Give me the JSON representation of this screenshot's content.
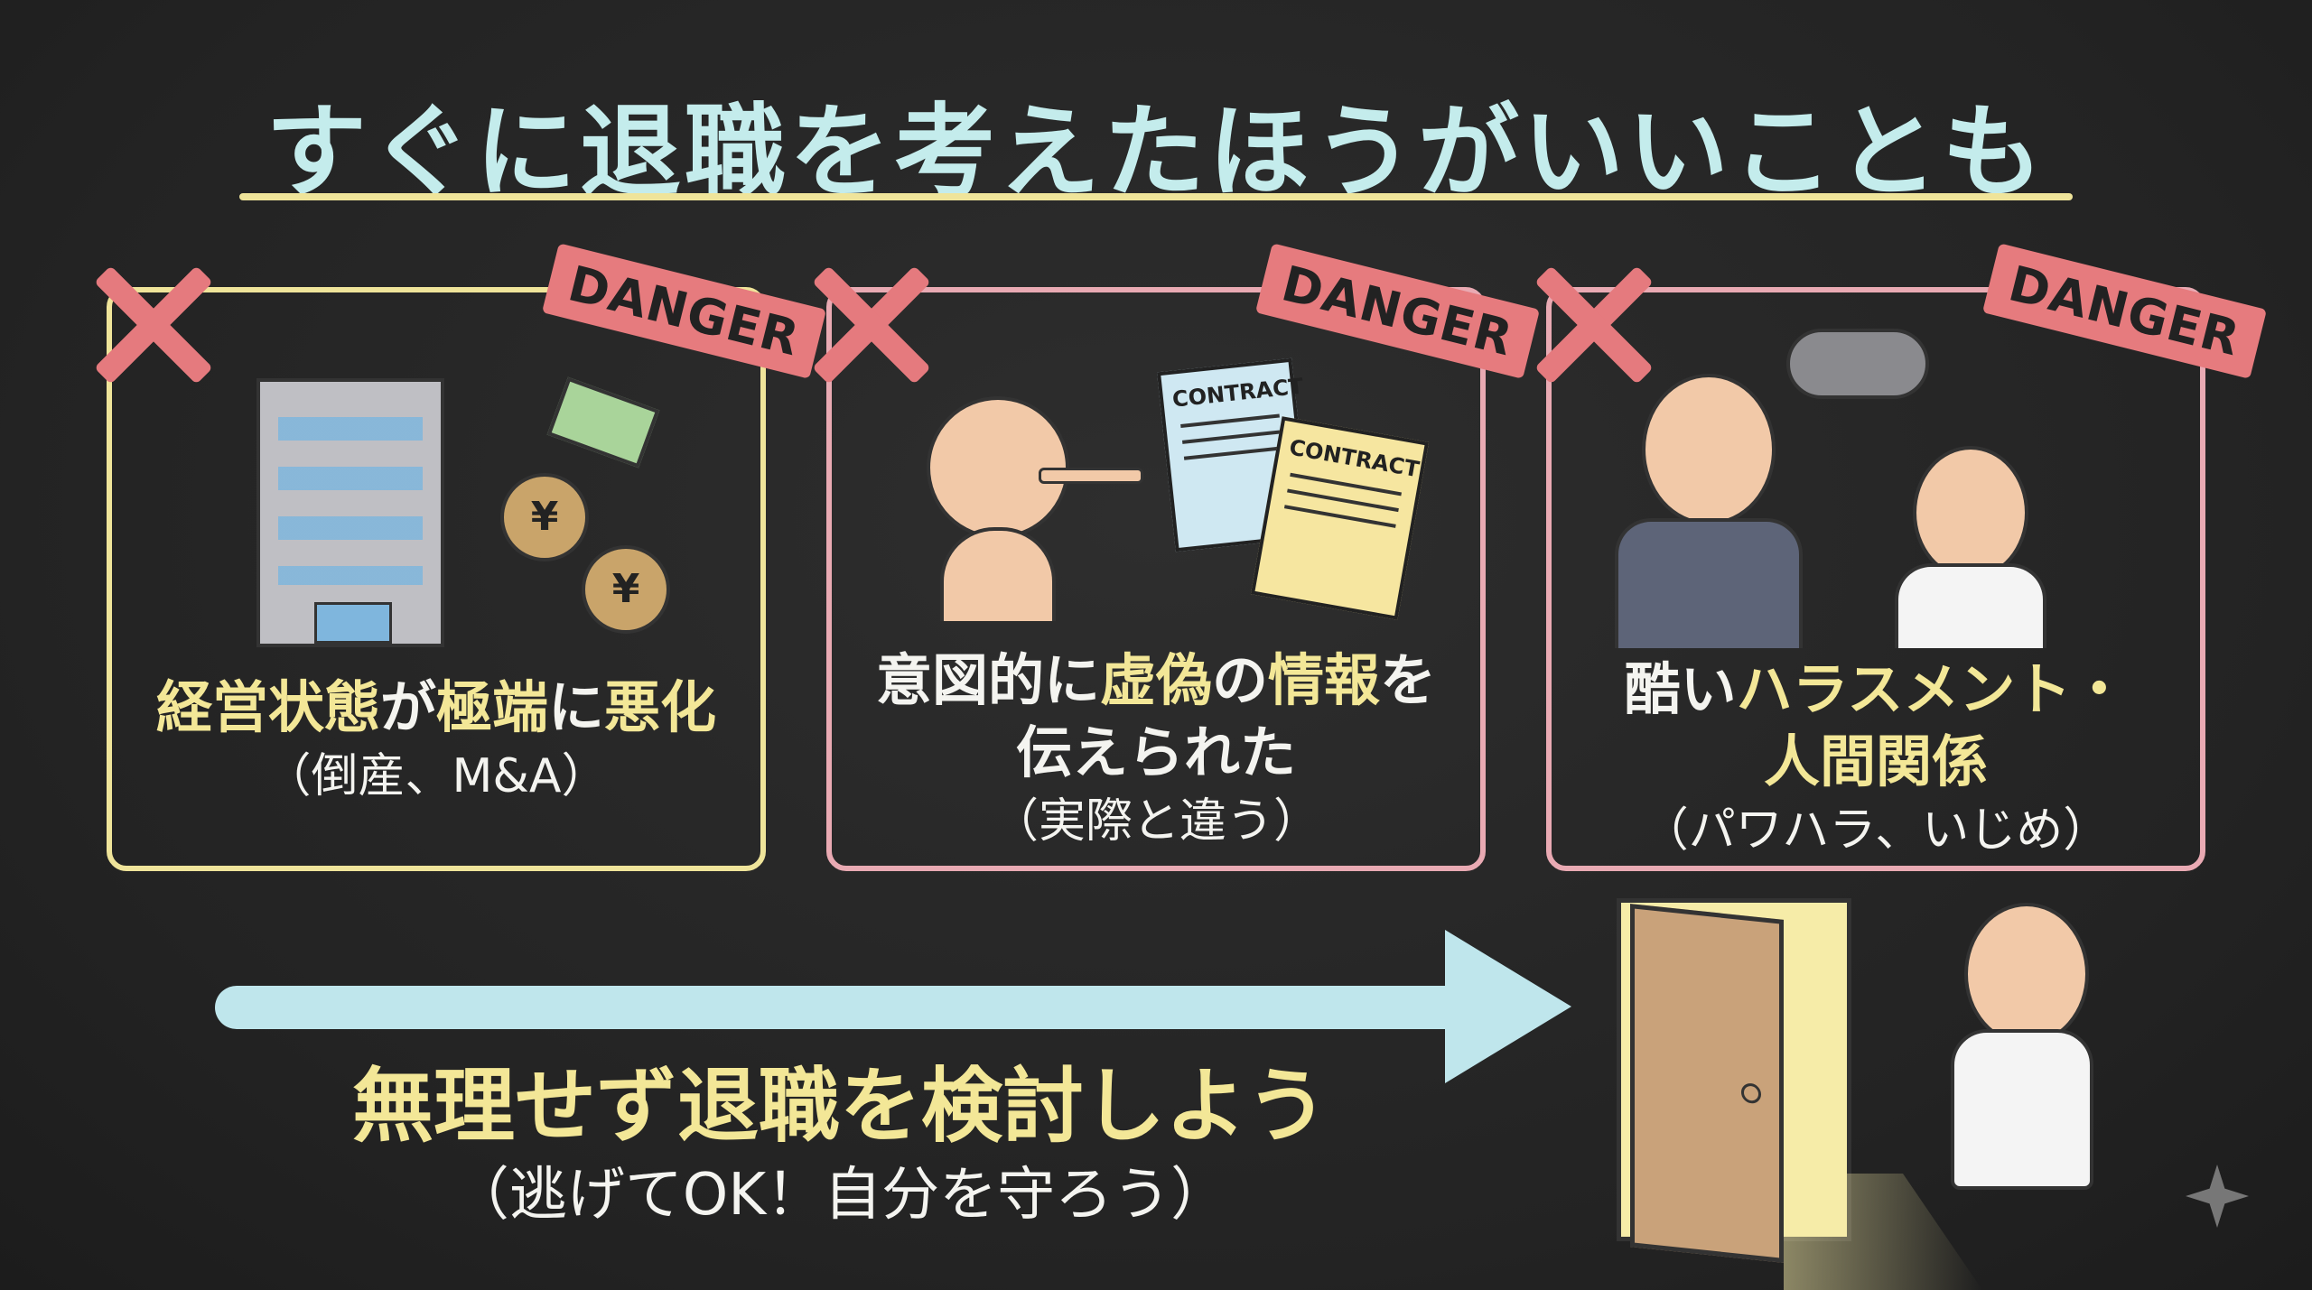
{
  "title": "すぐに退職を考えたほうがいいことも",
  "danger_label": "DANGER",
  "cards": [
    {
      "line1": [
        {
          "t": "経営状態",
          "hl": true
        },
        {
          "t": "が",
          "hl": false
        },
        {
          "t": "極端",
          "hl": true
        },
        {
          "t": "に",
          "hl": false
        },
        {
          "t": "悪化",
          "hl": true
        }
      ],
      "line2": [],
      "paren": "（倒産、M&A）"
    },
    {
      "line1": [
        {
          "t": "意図的に",
          "hl": false
        },
        {
          "t": "虚偽",
          "hl": true
        },
        {
          "t": "の",
          "hl": false
        },
        {
          "t": "情報",
          "hl": true
        },
        {
          "t": "を",
          "hl": false
        }
      ],
      "line2": [
        {
          "t": "伝えられた",
          "hl": false
        }
      ],
      "paren": "（実際と違う）"
    },
    {
      "line1": [
        {
          "t": "酷い",
          "hl": false
        },
        {
          "t": "ハラスメント・",
          "hl": true
        }
      ],
      "line2": [
        {
          "t": "人間関係",
          "hl": true
        }
      ],
      "paren": "（パワハラ、いじめ）"
    }
  ],
  "contract_label": "CONTRACT",
  "yen_symbol": "¥",
  "bottom": {
    "main": "無理せず退職を検討しよう",
    "sub": "（逃げてOK！自分を守ろう）"
  },
  "colors": {
    "title": "#c4ecec",
    "highlight": "#f3e797",
    "danger": "#e67b7e",
    "arrow": "#bfe6ec"
  }
}
